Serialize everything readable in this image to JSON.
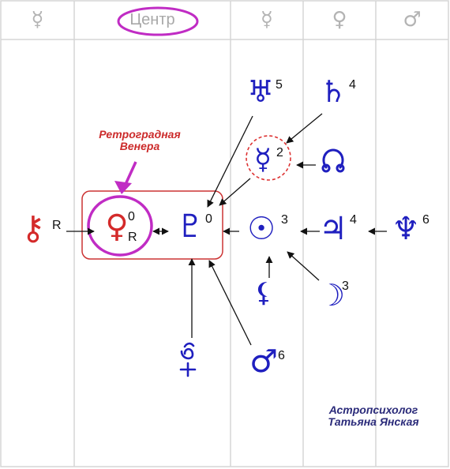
{
  "header": {
    "col1": "☿",
    "col2": "Центр",
    "col3": "☿",
    "col4": "♀",
    "col5": "♂"
  },
  "planets": {
    "uranus": {
      "symbol": "♅",
      "label": "5"
    },
    "saturn": {
      "symbol": "♄",
      "label": "4"
    },
    "mercury": {
      "symbol": "☿",
      "label": "2"
    },
    "node": {
      "symbol": "☊"
    },
    "chiron": {
      "symbol": "⚷",
      "label": "R"
    },
    "venus": {
      "symbol": "♀",
      "label": "0",
      "label2": "R"
    },
    "pluto": {
      "symbol": "♇",
      "label": "0"
    },
    "sun": {
      "symbol": "☉",
      "label": "3"
    },
    "jupiter": {
      "symbol": "♃",
      "label": "4"
    },
    "neptune": {
      "symbol": "♆",
      "label": "6"
    },
    "lilith": {
      "symbol": "⚸"
    },
    "moon": {
      "symbol": "☽",
      "label": "3"
    },
    "proserpina": {
      "symbol": "⯘"
    },
    "mars": {
      "symbol": "♂",
      "label": "6"
    }
  },
  "annotation": {
    "line1": "Ретроградная",
    "line2": "Венера"
  },
  "signature": {
    "line1": "Астропсихолог",
    "line2": "Татьяна Янская"
  },
  "colors": {
    "planet_blue": "#1f1fbf",
    "chiron_red": "#d42a2a",
    "highlight_magenta": "#c02cc4",
    "box_red": "#cc3333",
    "signature_navy": "#2b2b7a",
    "grid_line": "#d6d6d6"
  }
}
